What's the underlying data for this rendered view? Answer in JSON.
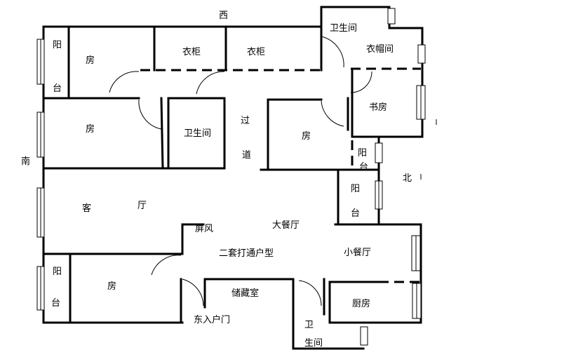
{
  "directions": {
    "west": "西",
    "south": "南",
    "north": "北"
  },
  "rooms": {
    "balcony_nw_1": "阳",
    "balcony_nw_2": "台",
    "bedroom_nw": "房",
    "wardrobe_1": "衣柜",
    "wardrobe_2": "衣柜",
    "bathroom_top": "卫生间",
    "cloakroom": "衣帽间",
    "bedroom_w": "房",
    "bathroom_mid": "卫生间",
    "corridor_1": "过",
    "corridor_2": "道",
    "bedroom_center": "房",
    "study": "书房",
    "balcony_ne_1": "阳",
    "balcony_ne_2": "台",
    "balcony_e_1": "阳",
    "balcony_e_2": "台",
    "living_1": "客",
    "living_2": "厅",
    "screen": "屏风",
    "big_dining": "大餐厅",
    "plan_type": "二套打通户型",
    "small_dining": "小餐厅",
    "balcony_sw_1": "阳",
    "balcony_sw_2": "台",
    "bedroom_sw": "房",
    "storage": "储藏室",
    "kitchen": "厨房",
    "entrance": "东入户门",
    "bathroom_bottom_1": "卫",
    "bathroom_bottom_2": "生间"
  }
}
